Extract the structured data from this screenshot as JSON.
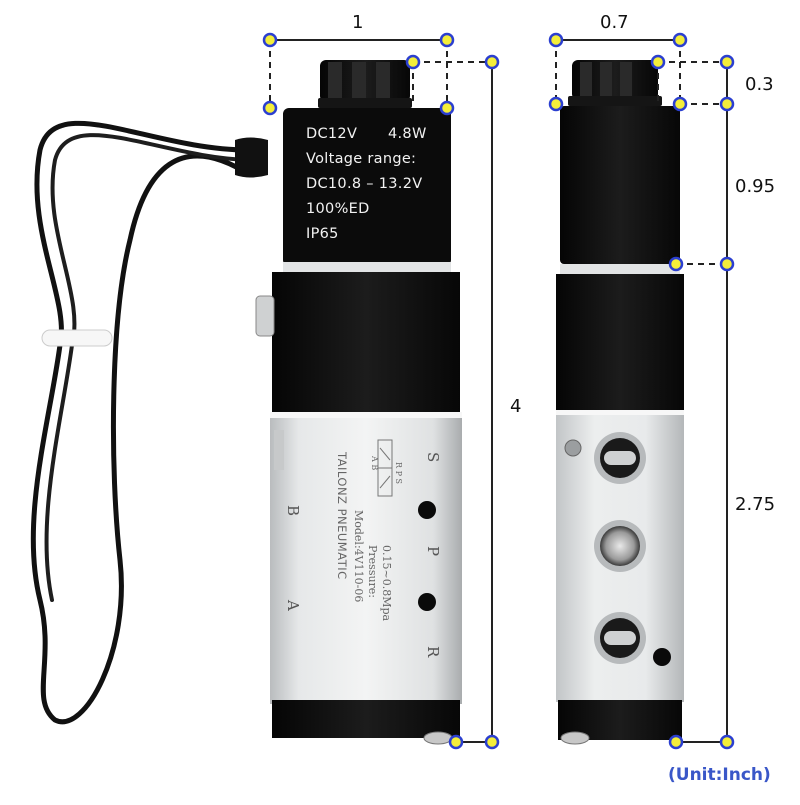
{
  "dimensions": {
    "width_front": "1",
    "width_side": "0.7",
    "knob_height": "0.3",
    "coil_height": "0.95",
    "body_height": "2.75",
    "total_height": "4",
    "unit": "(Unit:Inch)"
  },
  "coil_label": {
    "line1_left": "DC12V",
    "line1_right": "4.8W",
    "line2": "Voltage range:",
    "line3": "DC10.8 – 13.2V",
    "line4": "100%ED",
    "line5": "IP65"
  },
  "valve_body": {
    "brand": "TAILONZ PNEUMATIC",
    "model": "Model:4V110-06",
    "pressure_label": "Pressure:",
    "pressure_value": "0.15~0.8Mpa",
    "symbol_top": "A B",
    "symbol_bottom": "R P S",
    "port_b": "B",
    "port_s": "S",
    "port_a": "A",
    "port_p": "P",
    "port_r": "R"
  },
  "colors": {
    "dimension_marker_fill": "#f4ee3a",
    "dimension_marker_stroke": "#2b3fd0",
    "unit_text": "#3a57c8",
    "coil_black": "#0e0e0e",
    "aluminum": "#d8dadb"
  }
}
